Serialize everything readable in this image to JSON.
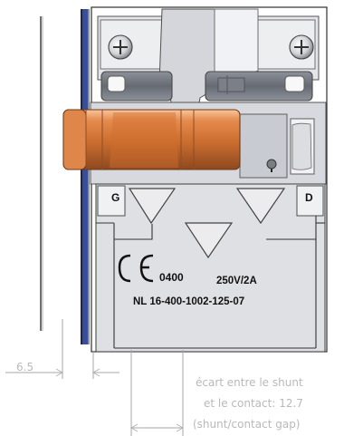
{
  "labels": {
    "left": "G",
    "right": "D",
    "ce_mark": "CE",
    "rating_code": "0400",
    "rating_value": "250V/2A",
    "part_number": "NL 16-400-1002-125-07"
  },
  "dimensions": {
    "offset": "6.5",
    "gap_fr_line1": "écart entre le shunt",
    "gap_fr_line2": "et le contact: 12.7",
    "gap_en": "(shunt/contact gap)"
  },
  "colors": {
    "accent_blue": "#374f98",
    "accent_orange": "#cf7337",
    "dimension_gray": "#b8b8b8"
  }
}
